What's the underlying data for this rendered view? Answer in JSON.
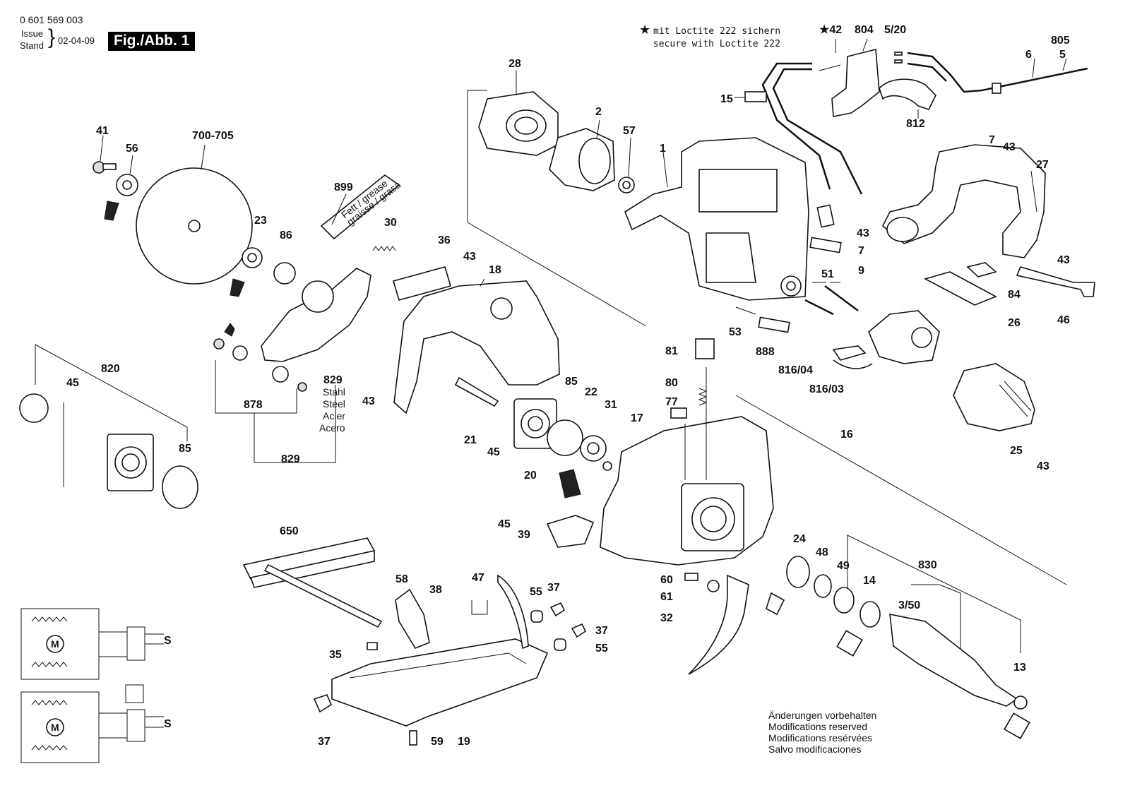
{
  "header": {
    "part_number": "0 601 569 003",
    "issue_label": "Issue",
    "stand_label": "Stand",
    "issue_date": "02-04-09",
    "figure_label": "Fig./Abb. 1"
  },
  "loctite_note": {
    "symbol": "★",
    "line_de": "mit Loctite 222 sichern",
    "line_en": "secure with Loctite 222"
  },
  "modifications_note": [
    "Änderungen vorbehalten",
    "Modifications reserved",
    "Modifications resérvées",
    "Salvo modificaciones"
  ],
  "grease_tube_text": [
    "Fett / grease",
    "graisse / grasa"
  ],
  "material_829": [
    "Stahl",
    "Steel",
    "Acier",
    "Acero"
  ],
  "wiring_terminal": "S",
  "callouts": {
    "c28": "28",
    "c2": "2",
    "c57": "57",
    "c1": "1",
    "c42": "★42",
    "c804": "804",
    "c520": "5/20",
    "c805": "805",
    "c6": "6",
    "c5": "5",
    "c15": "15",
    "c812": "812",
    "c7a": "7",
    "c43a": "43",
    "c27": "27",
    "c43b": "43",
    "c43c": "43",
    "c7b": "7",
    "c9": "9",
    "c51": "51",
    "c53": "53",
    "c888": "888",
    "c84": "84",
    "c26": "26",
    "c46": "46",
    "c81604": "816/04",
    "c81603": "816/03",
    "c16": "16",
    "c25": "25",
    "c43d": "43",
    "c41": "41",
    "c56": "56",
    "c700": "700-705",
    "c899": "899",
    "c30": "30",
    "c23": "23",
    "c86": "86",
    "c36": "36",
    "c43e": "43",
    "c18": "18",
    "c829a": "829",
    "c878": "878",
    "c829b": "829",
    "c820": "820",
    "c45a": "45",
    "c85a": "85",
    "c43f": "43",
    "c21": "21",
    "c45b": "45",
    "c20": "20",
    "c85b": "85",
    "c22": "22",
    "c31": "31",
    "c17": "17",
    "c81": "81",
    "c80": "80",
    "c77": "77",
    "c650": "650",
    "c45c": "45",
    "c39": "39",
    "c58": "58",
    "c38": "38",
    "c47": "47",
    "c55a": "55",
    "c37a": "37",
    "c37b": "37",
    "c55b": "55",
    "c35": "35",
    "c37c": "37",
    "c59": "59",
    "c19": "19",
    "c60": "60",
    "c61": "61",
    "c32": "32",
    "c24": "24",
    "c48": "48",
    "c49": "49",
    "c14": "14",
    "c830": "830",
    "c350": "3/50",
    "c13": "13"
  }
}
